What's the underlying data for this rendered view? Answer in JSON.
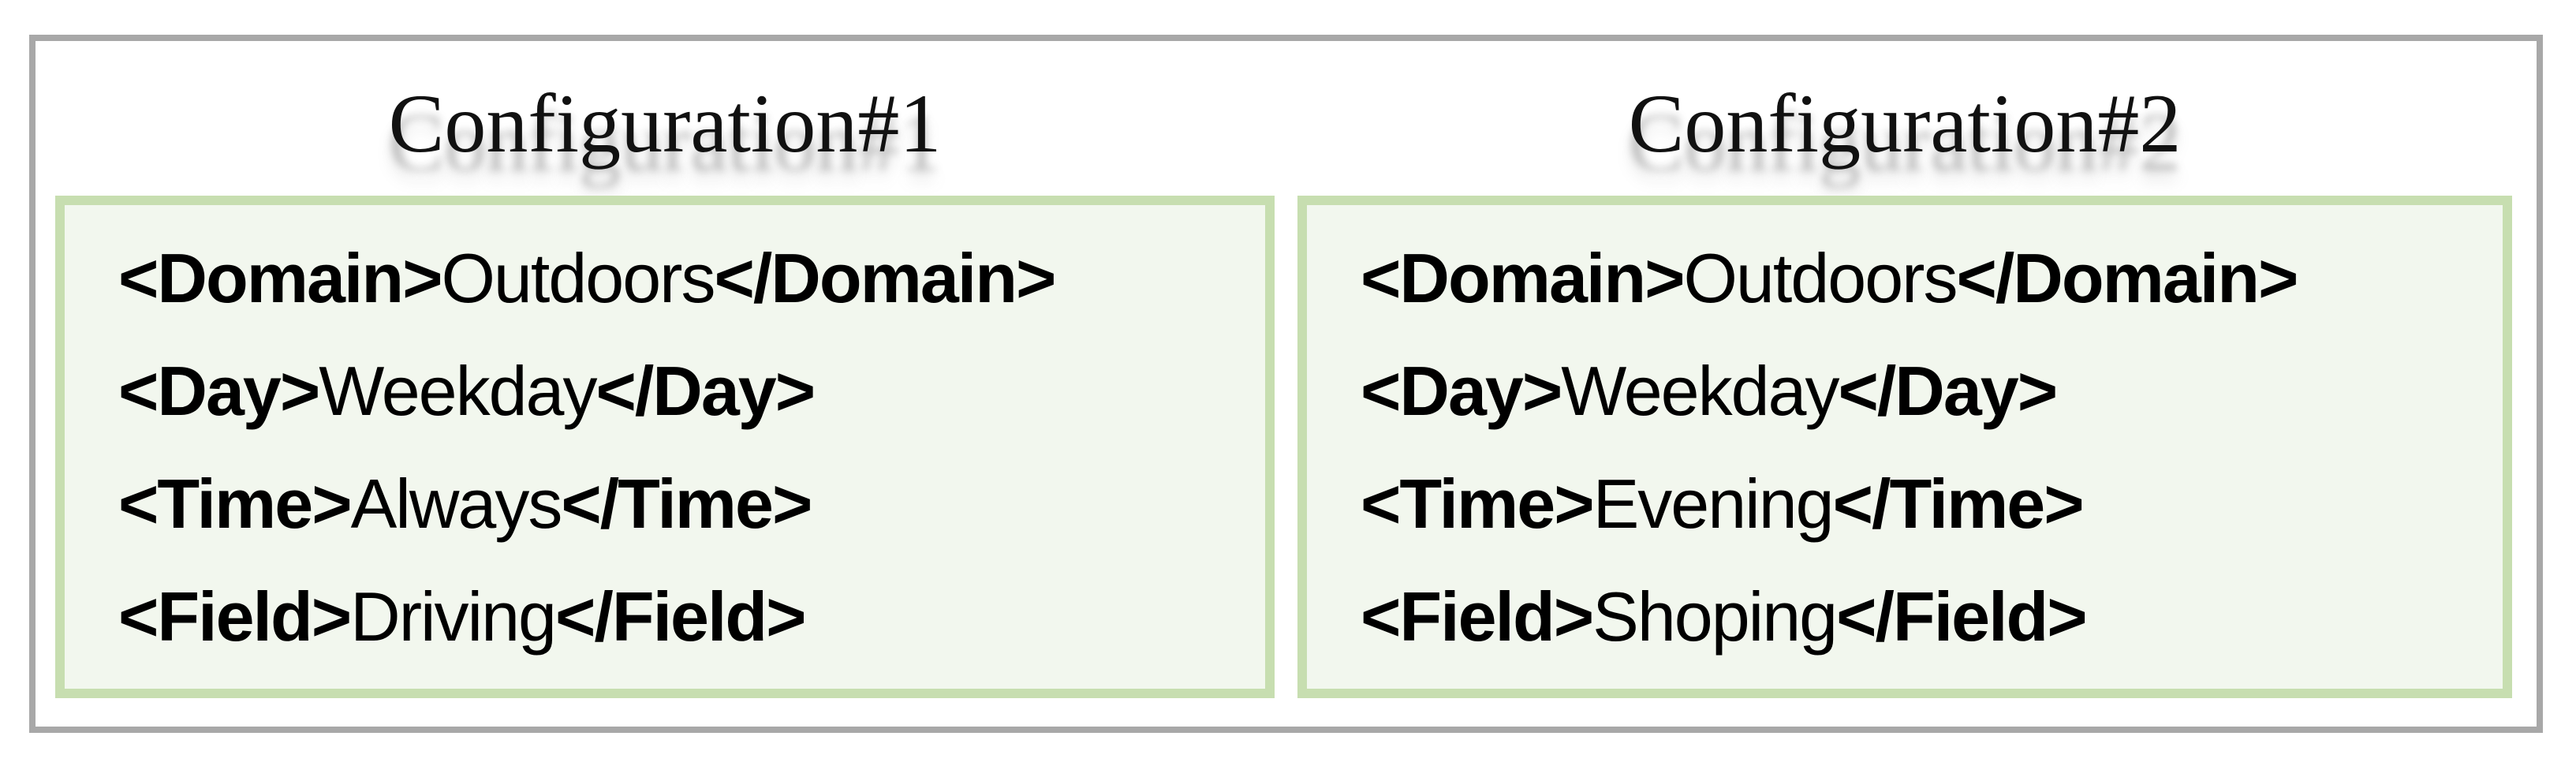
{
  "figure": {
    "colors": {
      "frame_border": "#a8a8a8",
      "box_border": "#c7deb0",
      "box_fill": "#f2f7ee",
      "text": "#000000"
    },
    "panels": [
      {
        "title": "Configuration#1",
        "lines": [
          {
            "open": "<Domain>",
            "value": "Outdoors",
            "close": "</Domain>"
          },
          {
            "open": "<Day>",
            "value": "Weekday",
            "close": "</Day>"
          },
          {
            "open": "<Time>",
            "value": "Always",
            "close": "</Time>"
          },
          {
            "open": "<Field>",
            "value": "Driving",
            "close": "</Field>"
          }
        ]
      },
      {
        "title": "Configuration#2",
        "lines": [
          {
            "open": "<Domain>",
            "value": "Outdoors",
            "close": "</Domain>"
          },
          {
            "open": "<Day>",
            "value": "Weekday",
            "close": "</Day>"
          },
          {
            "open": "<Time>",
            "value": "Evening",
            "close": "</Time>"
          },
          {
            "open": "<Field>",
            "value": "Shoping",
            "close": "</Field>"
          }
        ]
      }
    ]
  }
}
